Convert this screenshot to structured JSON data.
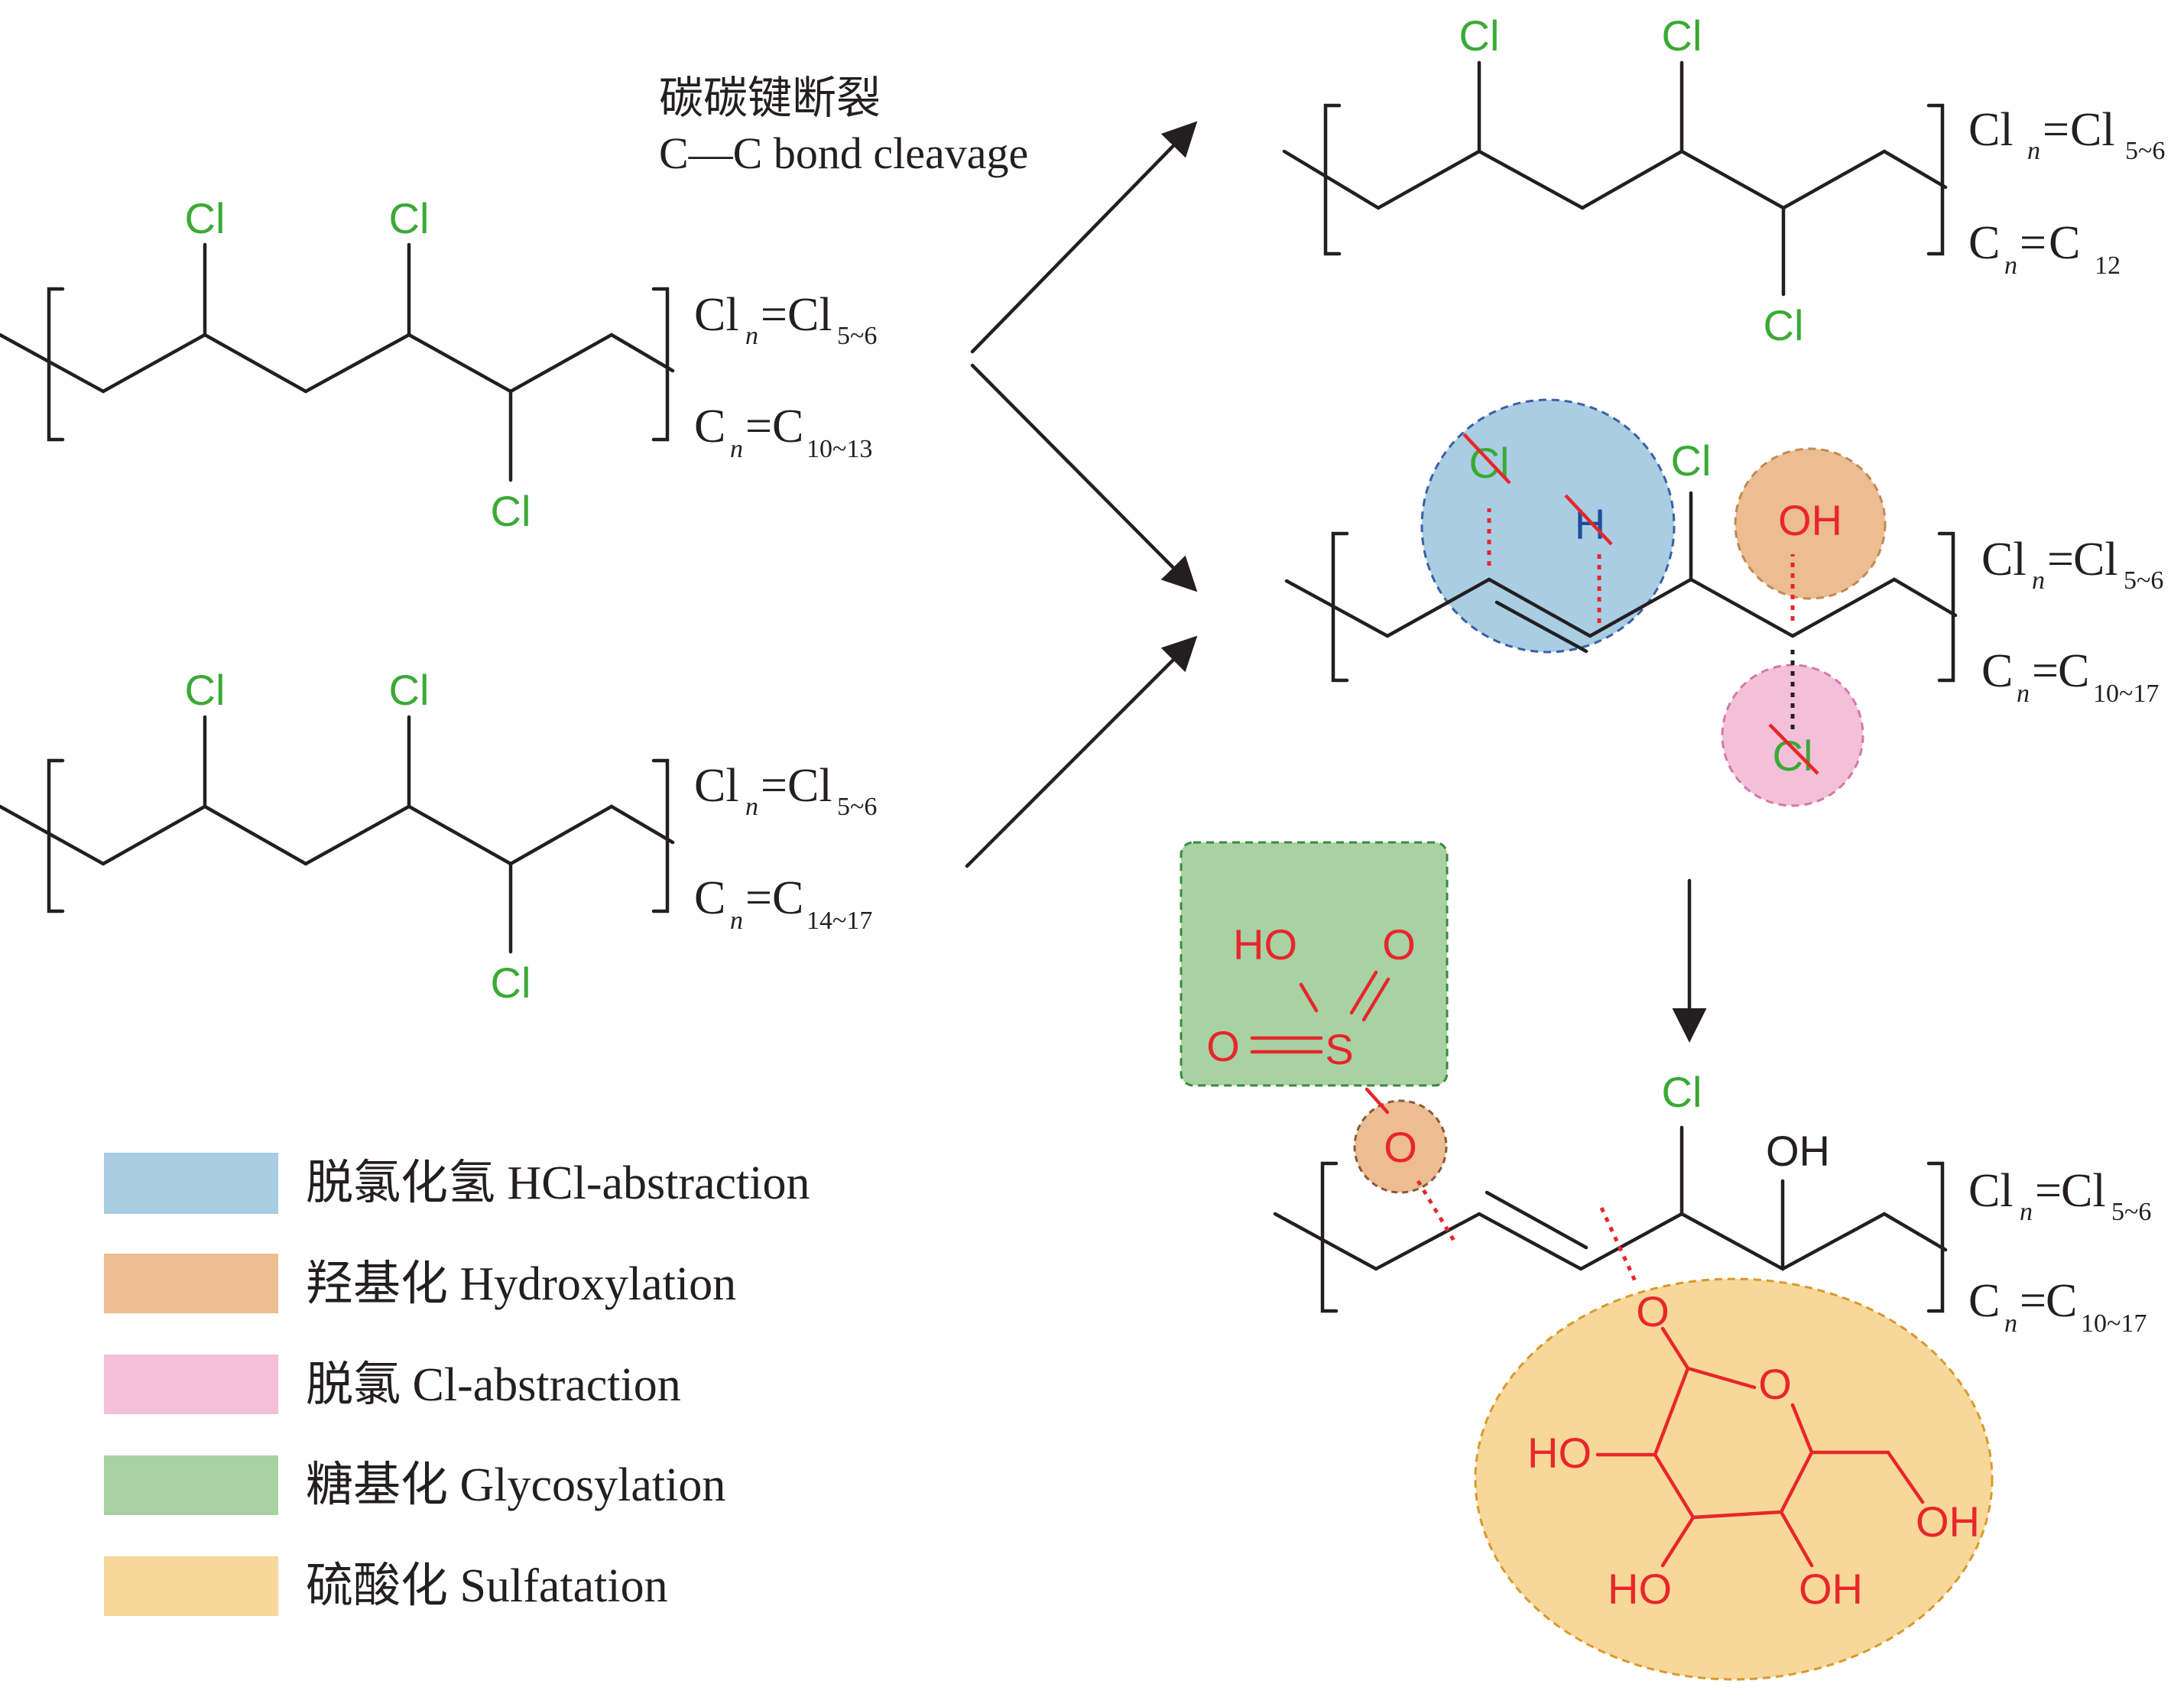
{
  "atoms": {
    "cl": "Cl",
    "h": "H",
    "oh": "OH",
    "ho": "HO",
    "o": "O",
    "s": "S"
  },
  "formula": {
    "cl": "Cl",
    "c": "C",
    "n": "n",
    "eq": "=",
    "cl_range": "5~6",
    "c_range_a": "10~13",
    "c_range_b": "14~17",
    "c_range_c": "12",
    "c_range_d": "10~17"
  },
  "caption": {
    "cn": "碳碳键断裂",
    "en": "C—C bond cleavage"
  },
  "legend": [
    {
      "label": "脱氯化氢 HCl-abstraction",
      "color": "#a9cde3"
    },
    {
      "label": "羟基化 Hydroxylation",
      "color": "#ebbd90"
    },
    {
      "label": "脱氯 Cl-abstraction",
      "color": "#f4c0d9"
    },
    {
      "label": "糖基化 Glycosylation",
      "color": "#a8d2a4"
    },
    {
      "label": "硫酸化 Sulfatation",
      "color": "#f8d79a"
    }
  ],
  "colors": {
    "chlorine": "#3aaa35",
    "oxygen_group": "#e8262b",
    "hydrogen": "#1e4e9c",
    "bond": "#231f20"
  }
}
